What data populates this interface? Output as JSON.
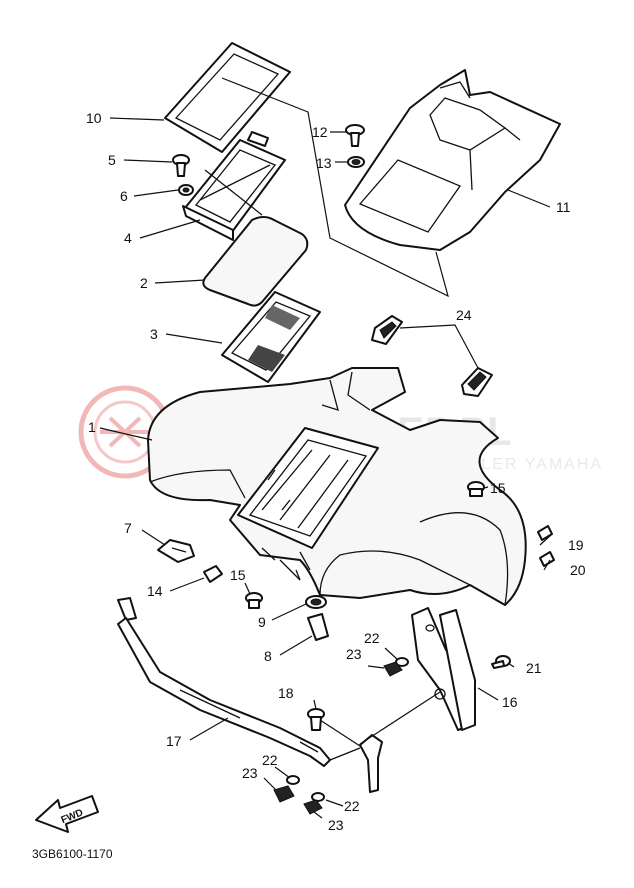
{
  "watermark": {
    "line1": "YAMASKLEP.PL",
    "line2": "WORLD OF SPARE PARTS DEALER YAMAHA",
    "logo_color": "#f2b8b8"
  },
  "diagram_code": "3GB6100-1170",
  "fwd_label": "FWD",
  "callouts": [
    {
      "id": "c10",
      "text": "10"
    },
    {
      "id": "c5",
      "text": "5"
    },
    {
      "id": "c6",
      "text": "6"
    },
    {
      "id": "c4",
      "text": "4"
    },
    {
      "id": "c2",
      "text": "2"
    },
    {
      "id": "c3",
      "text": "3"
    },
    {
      "id": "c1",
      "text": "1"
    },
    {
      "id": "c12",
      "text": "12"
    },
    {
      "id": "c13",
      "text": "13"
    },
    {
      "id": "c11",
      "text": "11"
    },
    {
      "id": "c24",
      "text": "24"
    },
    {
      "id": "c15a",
      "text": "15"
    },
    {
      "id": "c7",
      "text": "7"
    },
    {
      "id": "c14",
      "text": "14"
    },
    {
      "id": "c15b",
      "text": "15"
    },
    {
      "id": "c9",
      "text": "9"
    },
    {
      "id": "c8",
      "text": "8"
    },
    {
      "id": "c19",
      "text": "19"
    },
    {
      "id": "c20",
      "text": "20"
    },
    {
      "id": "c21",
      "text": "21"
    },
    {
      "id": "c22a",
      "text": "22"
    },
    {
      "id": "c23a",
      "text": "23"
    },
    {
      "id": "c16",
      "text": "16"
    },
    {
      "id": "c18",
      "text": "18"
    },
    {
      "id": "c17",
      "text": "17"
    },
    {
      "id": "c22b",
      "text": "22"
    },
    {
      "id": "c23b",
      "text": "23"
    },
    {
      "id": "c22c",
      "text": "22"
    },
    {
      "id": "c23c",
      "text": "23"
    }
  ]
}
